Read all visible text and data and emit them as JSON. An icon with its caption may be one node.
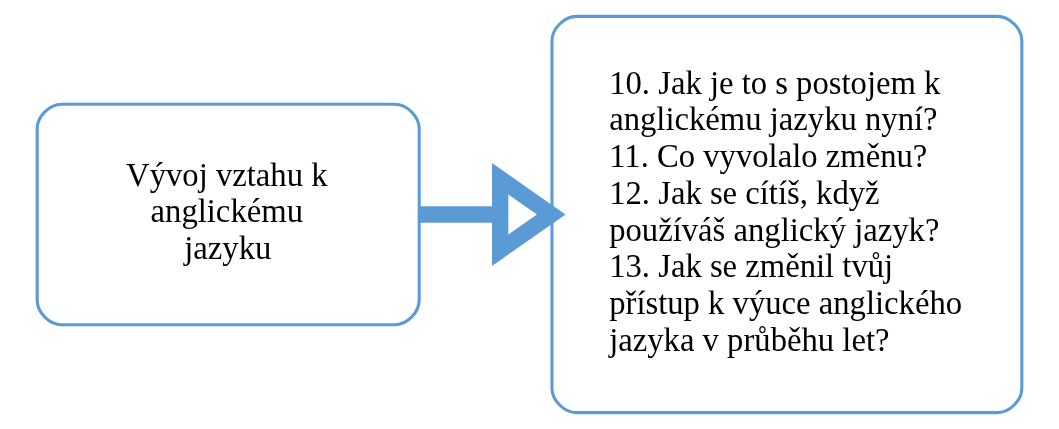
{
  "diagram": {
    "nodes": [
      {
        "text": [
          "Vývoj vztahu k anglickému jazyku"
        ]
      },
      {
        "text": [
          "10. Jak je to s postojem k anglickému jazyku nyní?",
          "11. Co vyvolalo změnu?",
          "12. Jak se cítíš, když používáš anglický jazyk?",
          "13. Jak se změnil tvůj přístup k výuce anglického jazyka v průběhu let?"
        ]
      }
    ],
    "edges": [
      {
        "from": 0,
        "to": 1,
        "arrow": "to"
      }
    ]
  }
}
